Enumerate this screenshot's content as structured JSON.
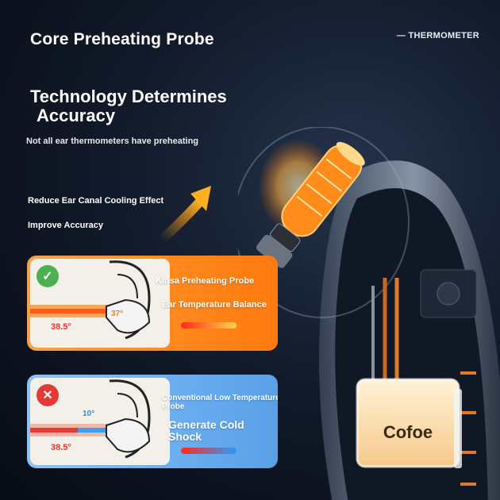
{
  "heading": {
    "line1": "Core Preheating Probe",
    "tag": "— THERMOMETER",
    "line2a": "Technology Determines",
    "line2b": "Accuracy",
    "subtitle": "Not all ear thermometers have preheating"
  },
  "benefits": [
    "Reduce Ear Canal Cooling Effect",
    "Improve Accuracy"
  ],
  "cards": {
    "warm": {
      "title": "Kinsa Preheating Probe",
      "subtitle": "Ear Temperature Balance",
      "ear_temp": "38.5°",
      "probe_temp": "37°",
      "badge": "✓"
    },
    "cold": {
      "title": "Conventional Low Temperature Probe",
      "subtitle": "Generate Cold Shock",
      "ear_temp": "38.5°",
      "probe_temp": "10°",
      "badge": "✕"
    }
  },
  "device": {
    "brand": "Cofoe"
  },
  "colors": {
    "orange": "#ff8a1f",
    "blue": "#6aaef0",
    "background": "#0b1220"
  }
}
